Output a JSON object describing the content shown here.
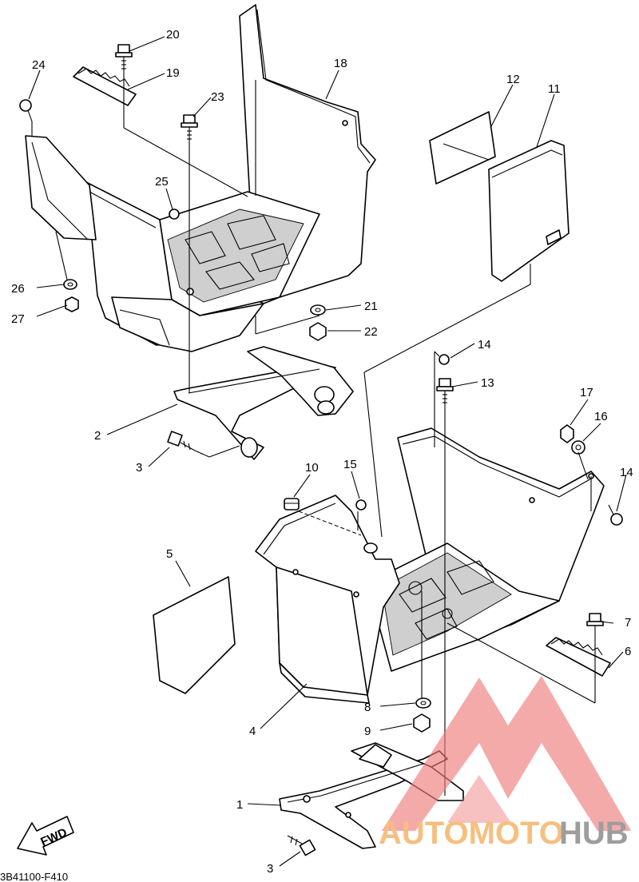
{
  "diagram_code": "3B41100-F410",
  "fwd_label": "FWD",
  "watermark": {
    "part_a": "AUTOMOTO",
    "part_b": "HUB",
    "color_a": "#f5b46a",
    "color_b": "#8c8c8c",
    "mark_color": "#ef7a7a"
  },
  "callouts": {
    "c1": "1",
    "c2": "2",
    "c3a": "3",
    "c3b": "3",
    "c4": "4",
    "c5": "5",
    "c6": "6",
    "c7": "7",
    "c8": "8",
    "c9": "9",
    "c10": "10",
    "c11": "11",
    "c12": "12",
    "c13": "13",
    "c14a": "14",
    "c14b": "14",
    "c15": "15",
    "c16": "16",
    "c17": "17",
    "c18": "18",
    "c19": "19",
    "c20": "20",
    "c21": "21",
    "c22": "22",
    "c23": "23",
    "c24": "24",
    "c25": "25",
    "c26": "26",
    "c27": "27"
  }
}
